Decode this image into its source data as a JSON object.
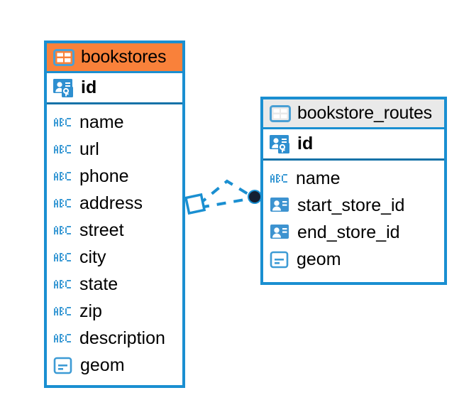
{
  "diagram": {
    "type": "entity-relationship-diagram",
    "background_color": "#ffffff",
    "accent_color": "#1a8fd1",
    "selected_header_color": "#f9813a",
    "unselected_header_color": "#e9e9e9"
  },
  "entities": [
    {
      "name": "bookstores",
      "selected": true,
      "table_icon": "table-icon",
      "primary_key": {
        "label": "id",
        "icon": "primary-key-icon"
      },
      "fields": [
        {
          "label": "name",
          "icon": "text-type-icon"
        },
        {
          "label": "url",
          "icon": "text-type-icon"
        },
        {
          "label": "phone",
          "icon": "text-type-icon"
        },
        {
          "label": "address",
          "icon": "text-type-icon"
        },
        {
          "label": "street",
          "icon": "text-type-icon"
        },
        {
          "label": "city",
          "icon": "text-type-icon"
        },
        {
          "label": "state",
          "icon": "text-type-icon"
        },
        {
          "label": "zip",
          "icon": "text-type-icon"
        },
        {
          "label": "description",
          "icon": "text-type-icon"
        },
        {
          "label": "geom",
          "icon": "geometry-type-icon"
        }
      ]
    },
    {
      "name": "bookstore_routes",
      "selected": false,
      "table_icon": "table-icon",
      "primary_key": {
        "label": "id",
        "icon": "primary-key-icon"
      },
      "fields": [
        {
          "label": "name",
          "icon": "text-type-icon"
        },
        {
          "label": "start_store_id",
          "icon": "foreign-key-icon"
        },
        {
          "label": "end_store_id",
          "icon": "foreign-key-icon"
        },
        {
          "label": "geom",
          "icon": "geometry-type-icon"
        }
      ]
    }
  ],
  "relationship": {
    "from_entity": "bookstores",
    "to_entity": "bookstore_routes",
    "line_style": "dashed",
    "line_color": "#1a8fd1",
    "source_marker": "hollow-diamond",
    "target_marker": "filled-circle",
    "target_marker_color": "#111827"
  }
}
